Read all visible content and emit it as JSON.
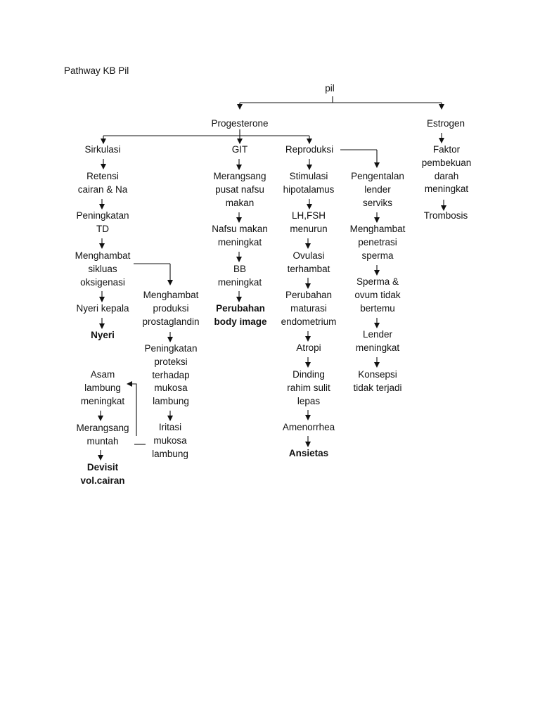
{
  "title": "Pathway KB Pil",
  "nodes": {
    "pil": "pil",
    "progesterone": "Progesterone",
    "estrogen": "Estrogen",
    "sirkulasi": "Sirkulasi",
    "git": "GIT",
    "reproduksi": "Reproduksi",
    "faktor": "Faktor\npembekuan\ndarah\nmeningkat",
    "trombosis": "Trombosis",
    "retensi": "Retensi\ncairan & Na",
    "peningkatan_td": "Peningkatan\nTD",
    "menghambat_sikluas": "Menghambat\nsikluas\noksigenasi",
    "nyeri_kepala": "Nyeri kepala",
    "nyeri": "Nyeri",
    "menghambat_produksi": "Menghambat\nproduksi\nprostaglandin",
    "peningkatan_proteksi": "Peningkatan\nproteksi\nterhadap\nmukosa\nlambung",
    "iritasi": "Iritasi\nmukosa\nlambung",
    "asam": "Asam\nlambung\nmeningkat",
    "merangsang_muntah": "Merangsang\nmuntah",
    "devisit": "Devisit\nvol.cairan",
    "merangsang_pusat": "Merangsang\npusat nafsu\nmakan",
    "nafsu_makan": "Nafsu makan\nmeningkat",
    "bb": "BB\nmeningkat",
    "perubahan_body": "Perubahan\nbody image",
    "stimulasi": "Stimulasi\nhipotalamus",
    "lhfsh": "LH,FSH\nmenurun",
    "ovulasi": "Ovulasi\nterhambat",
    "perubahan_maturasi": "Perubahan\nmaturasi\nendometrium",
    "atropi": "Atropi",
    "dinding": "Dinding\nrahim sulit\nlepas",
    "amenorrhea": "Amenorrhea",
    "ansietas": "Ansietas",
    "pengentalan": "Pengentalan\nlender\nserviks",
    "menghambat_penetrasi": "Menghambat\npenetrasi\nsperma",
    "sperma": "Sperma &\novum tidak\nbertemu",
    "lender": "Lender\nmeningkat",
    "konsepsi": "Konsepsi\ntidak terjadi"
  },
  "colors": {
    "ink": "#111111",
    "background": "#ffffff"
  }
}
